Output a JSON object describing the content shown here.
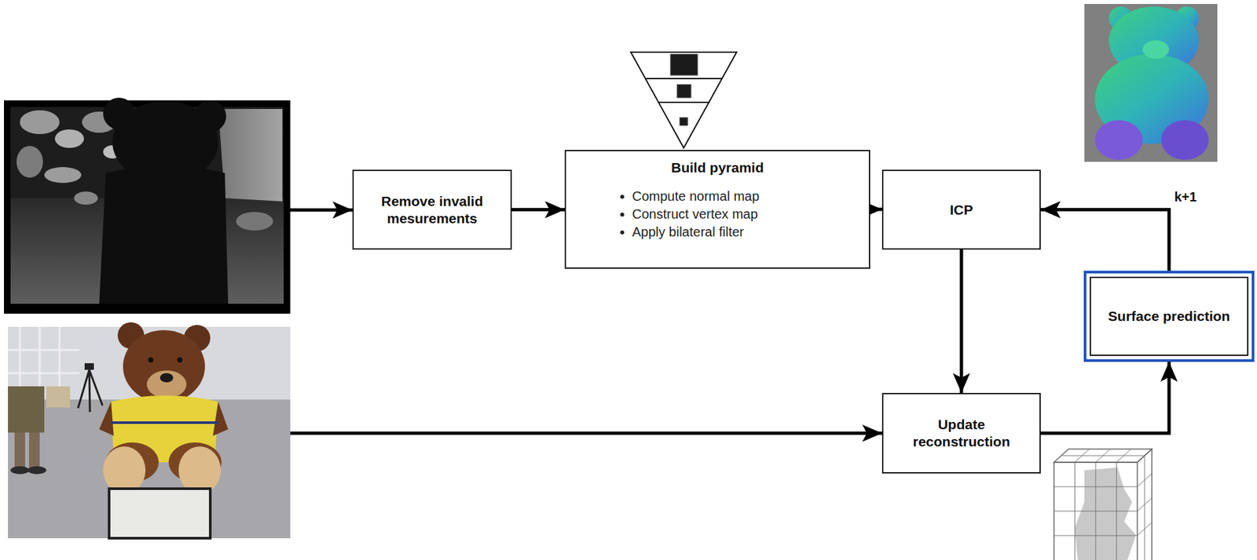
{
  "diagram": {
    "nodes": [
      {
        "text": [
          "Remove invalid mesurements"
        ]
      },
      {
        "text": [
          "Build pyramid",
          "Compute normal map",
          "Construct vertex map",
          "Apply bilateral filter"
        ]
      },
      {
        "text": [
          "ICP"
        ]
      },
      {
        "text": [
          "Surface prediction"
        ]
      },
      {
        "text": [
          "Update reconstruction"
        ]
      }
    ],
    "edges": [
      {
        "from": 0,
        "to": 1,
        "arrow": "to"
      },
      {
        "from": 1,
        "to": 2,
        "arrow": "to"
      },
      {
        "from": 2,
        "to": 4,
        "arrow": "to"
      },
      {
        "from": 4,
        "to": 3,
        "arrow": "to"
      },
      {
        "from": 3,
        "to": 2,
        "arrow": "to",
        "label": "k+1"
      }
    ]
  }
}
